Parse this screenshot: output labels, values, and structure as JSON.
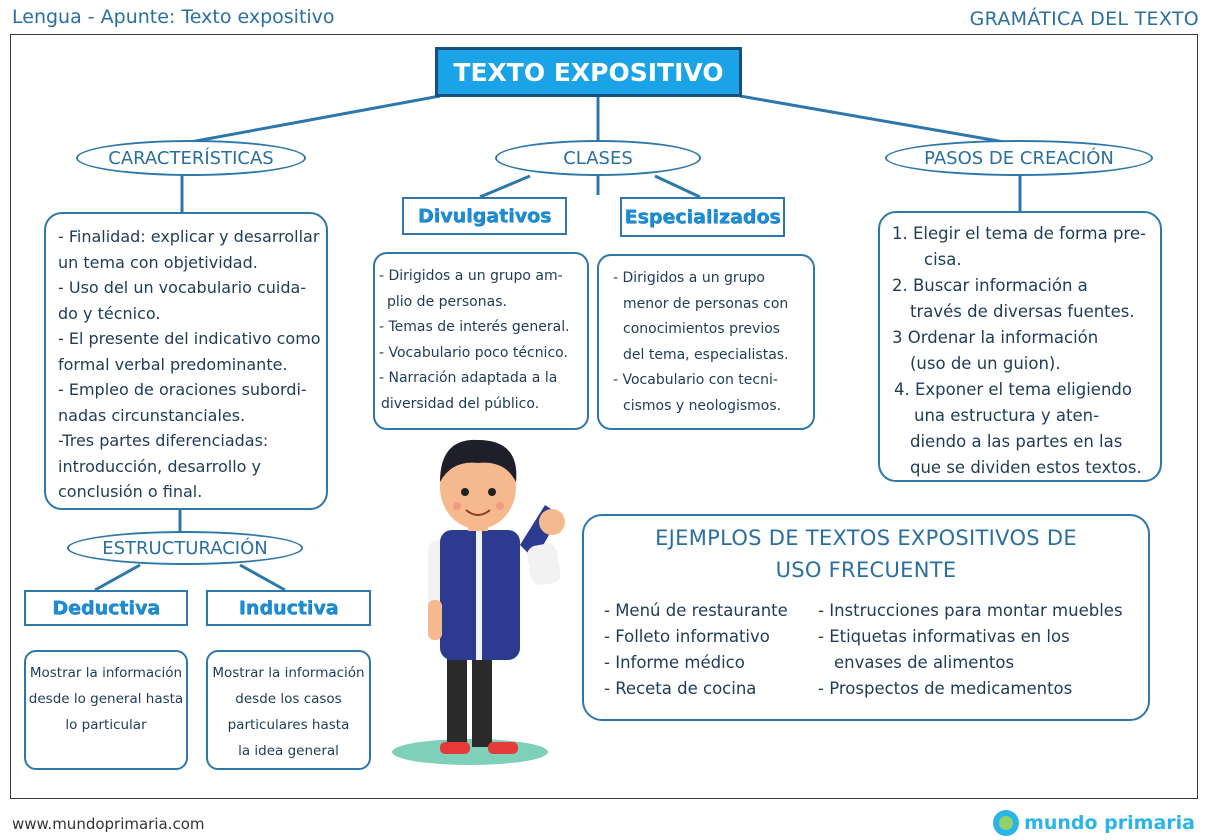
{
  "header": {
    "left": "Lengua - Apunte: Texto expositivo",
    "right": "GRAMÁTICA DEL TEXTO"
  },
  "title": "TEXTO EXPOSITIVO",
  "caracteristicas": {
    "label": "CARACTERÍSTICAS",
    "items": [
      "- Finalidad: explicar y desarrollar",
      "un tema con objetividad.",
      "- Uso del un vocabulario cuida-",
      "do y técnico.",
      "- El presente del indicativo como",
      "formal verbal predominante.",
      "- Empleo de oraciones subordi-",
      "nadas circunstanciales.",
      "-Tres partes diferenciadas:",
      "introducción, desarrollo y",
      "conclusión o final."
    ]
  },
  "clases": {
    "label": "CLASES",
    "divulgativos": {
      "label": "Divulgativos",
      "items": [
        "- Dirigidos a un grupo am-",
        "plio de personas.",
        "- Temas de interés general.",
        "- Vocabulario poco técnico.",
        "- Narración adaptada a la",
        "diversidad del público."
      ]
    },
    "especializados": {
      "label": "Especializados",
      "items": [
        "- Dirigidos a  un grupo",
        "menor de personas con",
        "conocimientos previos",
        "del tema, especialistas.",
        "- Vocabulario con tecni-",
        "cismos y neologismos."
      ]
    }
  },
  "pasos": {
    "label": "PASOS DE CREACIÓN",
    "items": [
      "1. Elegir el tema de forma pre-",
      "cisa.",
      "2. Buscar información a",
      "través de diversas fuentes.",
      "3 Ordenar la información",
      "(uso de un guion).",
      "4. Exponer el tema eligiendo",
      "una estructura y aten-",
      "diendo a las partes en las",
      "que se dividen estos textos."
    ]
  },
  "estructuracion": {
    "label": "ESTRUCTURACIÓN",
    "deductiva": {
      "label": "Deductiva",
      "lines": [
        "Mostrar la información",
        "desde lo general hasta",
        "lo particular"
      ]
    },
    "inductiva": {
      "label": "Inductiva",
      "lines": [
        "Mostrar la información",
        "desde los casos",
        "particulares hasta",
        "la idea general"
      ]
    }
  },
  "ejemplos": {
    "title_line1": "EJEMPLOS DE TEXTOS EXPOSITIVOS DE",
    "title_line2": "USO FRECUENTE",
    "col1": [
      "- Menú de restaurante",
      "- Folleto informativo",
      "- Informe médico",
      "- Receta de cocina"
    ],
    "col2": [
      "- Instrucciones para montar muebles",
      "- Etiquetas informativas en los",
      "envases de alimentos",
      "- Prospectos de medicamentos"
    ]
  },
  "footer": {
    "url": "www.mundoprimaria.com",
    "logo": "mundo primaria"
  },
  "colors": {
    "accent": "#1aa3e6",
    "border": "#2d77ab",
    "text": "#1f3b57"
  }
}
